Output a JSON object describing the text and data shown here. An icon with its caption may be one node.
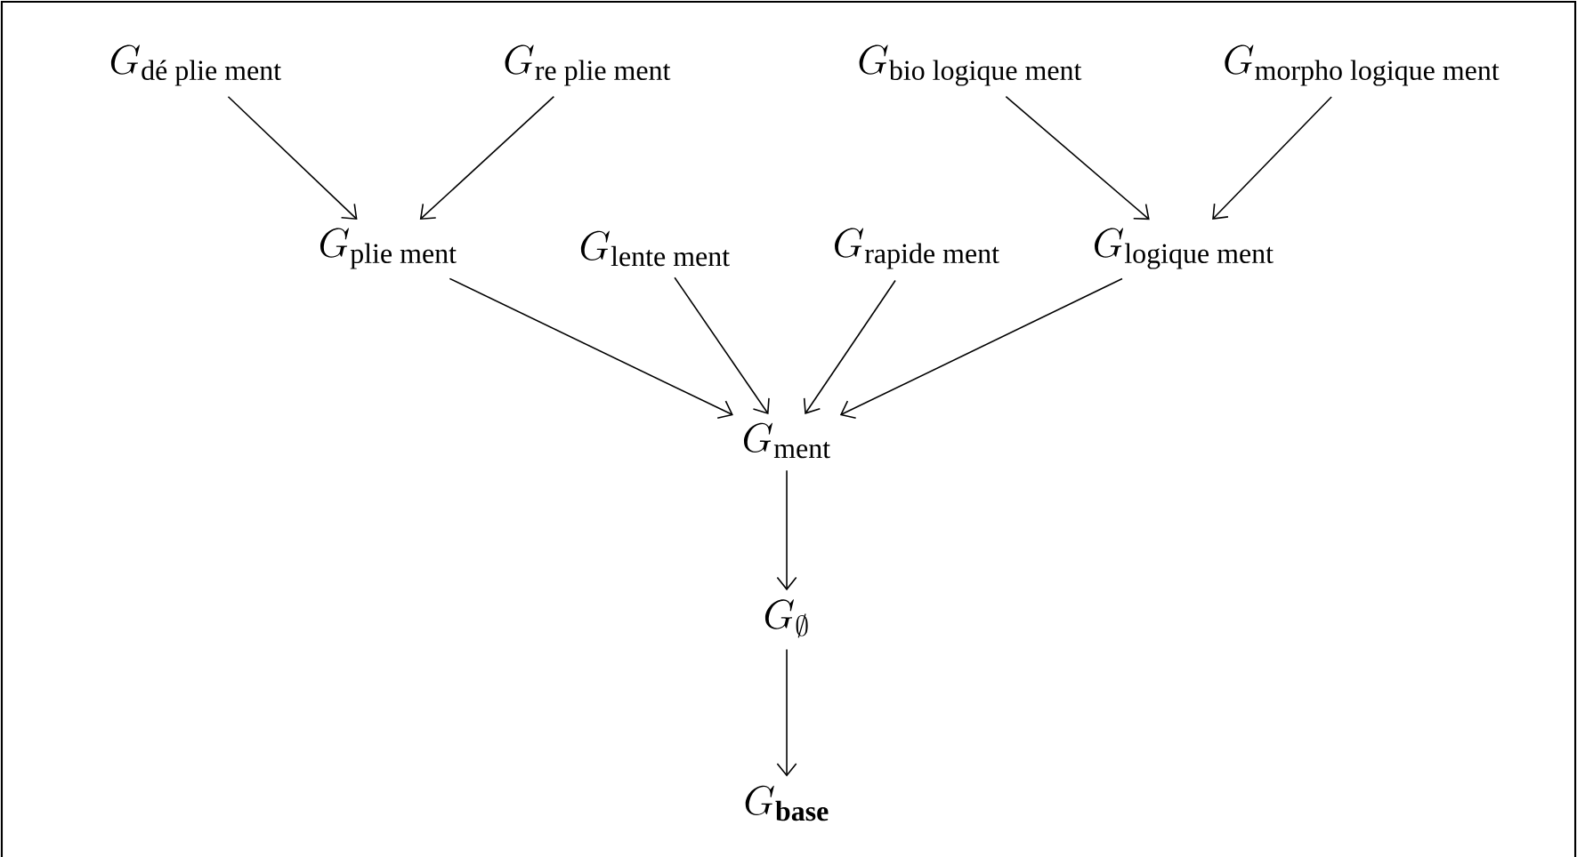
{
  "diagram": {
    "nodes": [
      {
        "text": [
          "G_{\\text{dé plie ment}}"
        ]
      },
      {
        "text": [
          "G_{\\text{re plie ment}}"
        ]
      },
      {
        "text": [
          "G_{\\text{bio logique ment}}"
        ]
      },
      {
        "text": [
          "G_{\\text{morpho logique ment}}"
        ]
      },
      {
        "text": [
          "G_{\\text{plie ment}}"
        ]
      },
      {
        "text": [
          "G_{\\text{lente ment}}"
        ]
      },
      {
        "text": [
          "G_{\\text{rapide ment}}"
        ]
      },
      {
        "text": [
          "G_{\\text{logique ment}}"
        ]
      },
      {
        "text": [
          "G_{\\text{ment}}"
        ]
      },
      {
        "text": [
          "G_{\\emptyset}"
        ]
      },
      {
        "text": [
          "G_{\\mathbf{base}}"
        ]
      }
    ],
    "edges": [
      {
        "from": 0,
        "to": 4,
        "arrow": "to"
      },
      {
        "from": 1,
        "to": 4,
        "arrow": "to"
      },
      {
        "from": 2,
        "to": 7,
        "arrow": "to"
      },
      {
        "from": 3,
        "to": 7,
        "arrow": "to"
      },
      {
        "from": 4,
        "to": 8,
        "arrow": "to"
      },
      {
        "from": 5,
        "to": 8,
        "arrow": "to"
      },
      {
        "from": 6,
        "to": 8,
        "arrow": "to"
      },
      {
        "from": 7,
        "to": 8,
        "arrow": "to"
      },
      {
        "from": 8,
        "to": 9,
        "arrow": "to"
      },
      {
        "from": 9,
        "to": 10,
        "arrow": "to"
      }
    ]
  }
}
